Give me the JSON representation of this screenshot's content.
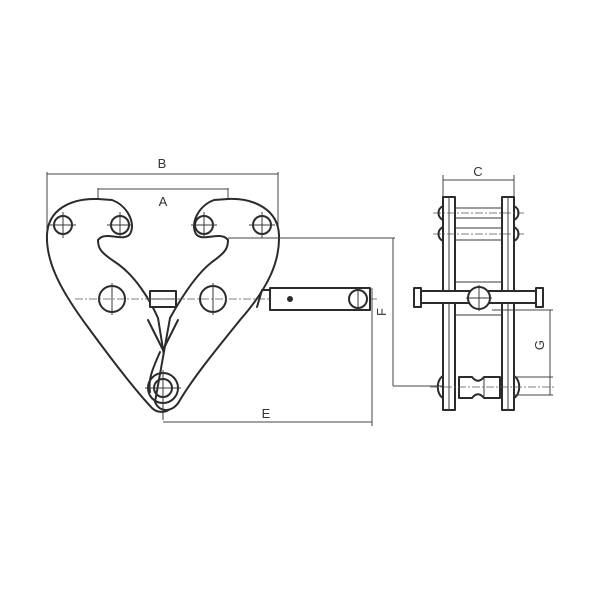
{
  "diagram": {
    "subject": "Beam clamp technical drawing",
    "views": [
      {
        "name": "front-view",
        "description": "Heart-shaped twin-jaw clamp with screw handle"
      },
      {
        "name": "side-view",
        "description": "Side profile with pins, cross bar and shackle pin"
      }
    ],
    "dimensions": {
      "A": "A",
      "B": "B",
      "C": "C",
      "E": "E",
      "F": "F",
      "G": "G"
    },
    "colors": {
      "line": "#2b2b2b",
      "background": "#ffffff"
    }
  }
}
